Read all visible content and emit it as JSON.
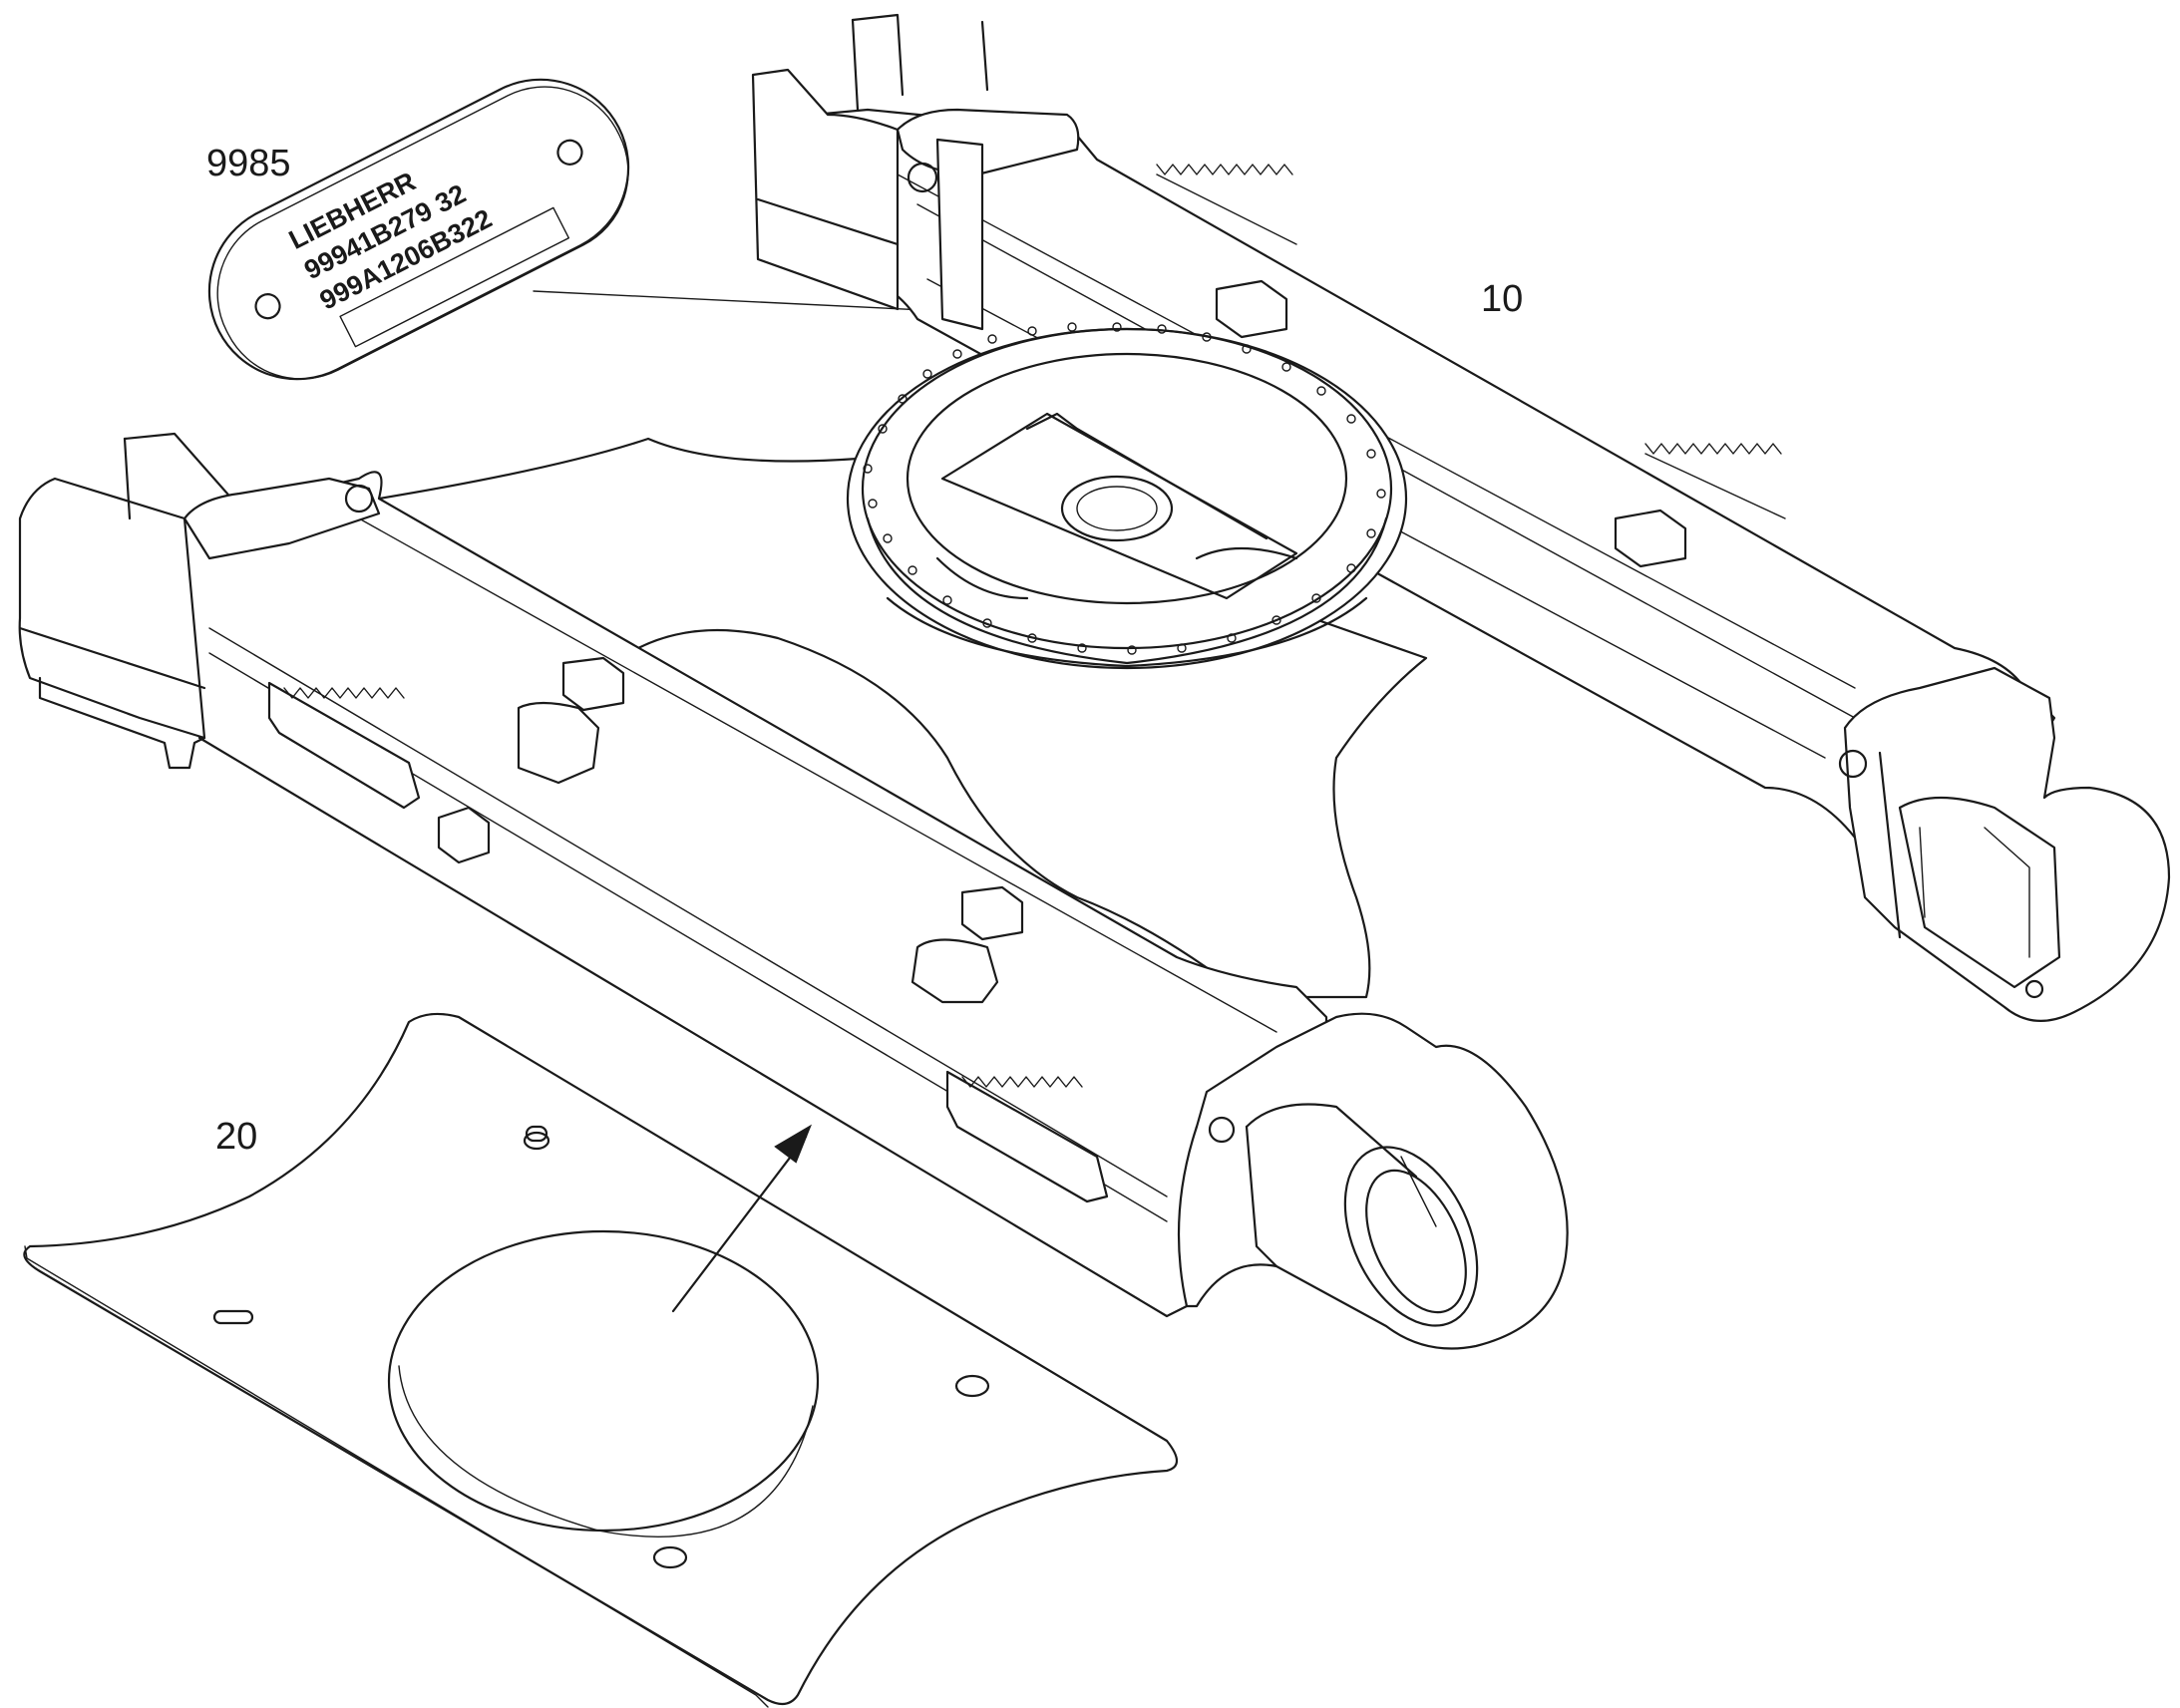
{
  "callouts": {
    "nameplate": "9985",
    "undercarriage_frame": "10",
    "cover_plate": "20"
  },
  "nameplate": {
    "line1": "LIEBHERR",
    "line2": "99941B279  32",
    "line3": "999A1206B322"
  },
  "icons": {
    "nameplate": "nameplate-icon",
    "frame": "undercarriage-frame-icon",
    "plate": "cover-plate-icon"
  }
}
